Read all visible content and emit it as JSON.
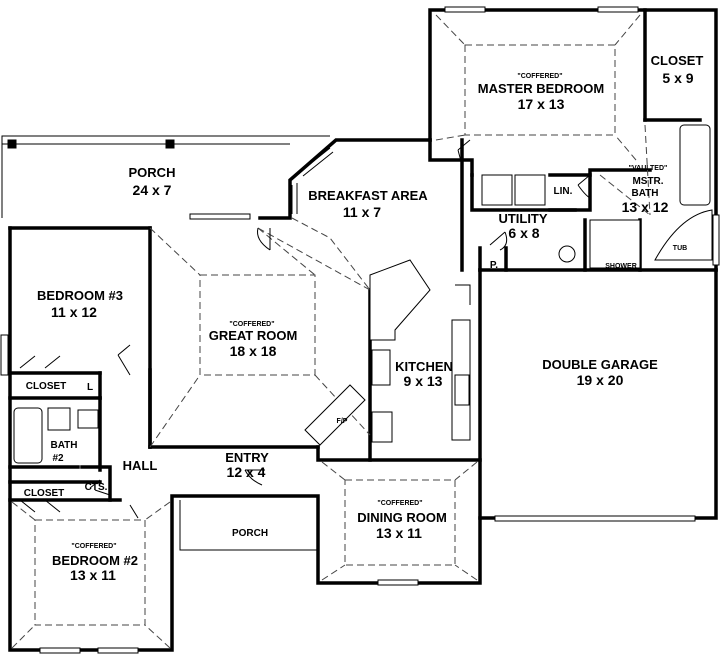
{
  "rooms": {
    "porch_top": {
      "name": "PORCH",
      "size": "24 x 7"
    },
    "breakfast": {
      "name": "BREAKFAST AREA",
      "size": "11 x 7"
    },
    "master": {
      "tag": "\"COFFERED\"",
      "name": "MASTER BEDROOM",
      "size": "17 x 13"
    },
    "closet_master": {
      "name": "CLOSET",
      "size": "5 x 9"
    },
    "mstr_bath": {
      "tag": "\"VAULTED\"",
      "name": "MSTR.",
      "name2": "BATH",
      "size": "13 x 12"
    },
    "lin": {
      "name": "LIN."
    },
    "utility": {
      "name": "UTILITY",
      "size": "6 x 8"
    },
    "pantry": {
      "name": "P."
    },
    "shower": {
      "name": "SHOWER"
    },
    "tub": {
      "name": "TUB"
    },
    "bedroom3": {
      "name": "BEDROOM #3",
      "size": "11 x 12"
    },
    "great_room": {
      "tag": "\"COFFERED\"",
      "name": "GREAT ROOM",
      "size": "18 x 18"
    },
    "fireplace": {
      "name": "F/P"
    },
    "kitchen": {
      "name": "KITCHEN",
      "size": "9 x 13"
    },
    "garage": {
      "name": "DOUBLE GARAGE",
      "size": "19 x 20"
    },
    "closet_b3": {
      "name": "CLOSET"
    },
    "linen_l": {
      "name": "L"
    },
    "bath2": {
      "name": "BATH",
      "size": "#2"
    },
    "hall": {
      "name": "HALL"
    },
    "entry": {
      "name": "ENTRY",
      "size": "12 x 4"
    },
    "closet_b2": {
      "name": "CLOSET"
    },
    "cts": {
      "name": "CTS."
    },
    "porch_front": {
      "name": "PORCH"
    },
    "dining": {
      "tag": "\"COFFERED\"",
      "name": "DINING ROOM",
      "size": "13 x 11"
    },
    "bedroom2": {
      "tag": "\"COFFERED\"",
      "name": "BEDROOM #2",
      "size": "13 x 11"
    }
  }
}
